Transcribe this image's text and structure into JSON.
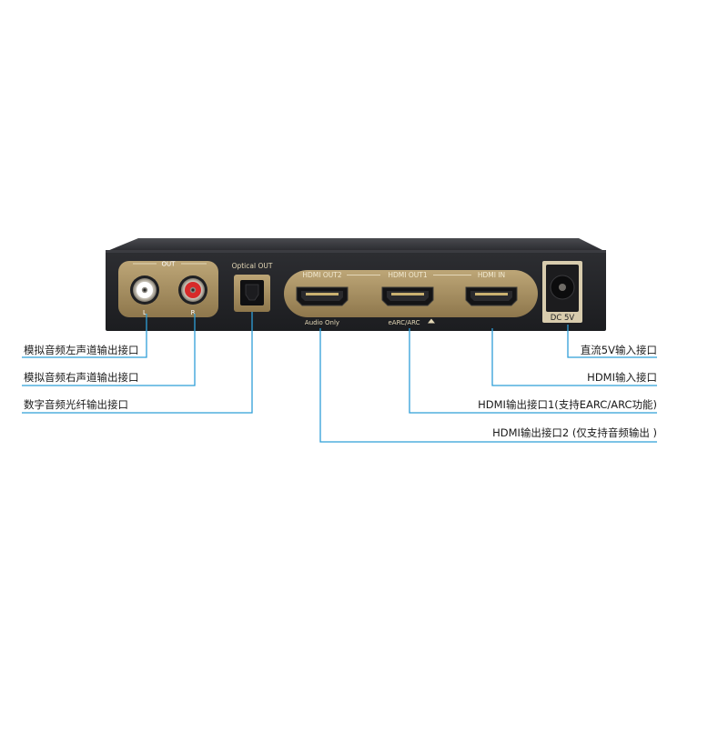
{
  "device": {
    "panel_labels": {
      "rca_out": "OUT",
      "rca_left": "L",
      "rca_right": "R",
      "optical_out": "Optical OUT",
      "hdmi_out2": "HDMI OUT2",
      "hdmi_out1": "HDMI OUT1",
      "hdmi_in": "HDMI IN",
      "audio_only": "Audio Only",
      "earc_arc": "eARC/ARC",
      "dc_5v": "DC 5V"
    },
    "colors": {
      "chassis": "#26272b",
      "gold_panel": "#a8905f",
      "leader_line": "#2f9fd8"
    }
  },
  "callouts": {
    "rca_left": "模拟音频左声道输出接口",
    "rca_right": "模拟音频右声道输出接口",
    "optical": "数字音频光纤输出接口",
    "dc_in": "直流5V输入接口",
    "hdmi_in": "HDMI输入接口",
    "hdmi_out1": "HDMI输出接口1(支持EARC/ARC功能)",
    "hdmi_out2": "HDMI输出接口2 (仅支持音频输出 )"
  }
}
